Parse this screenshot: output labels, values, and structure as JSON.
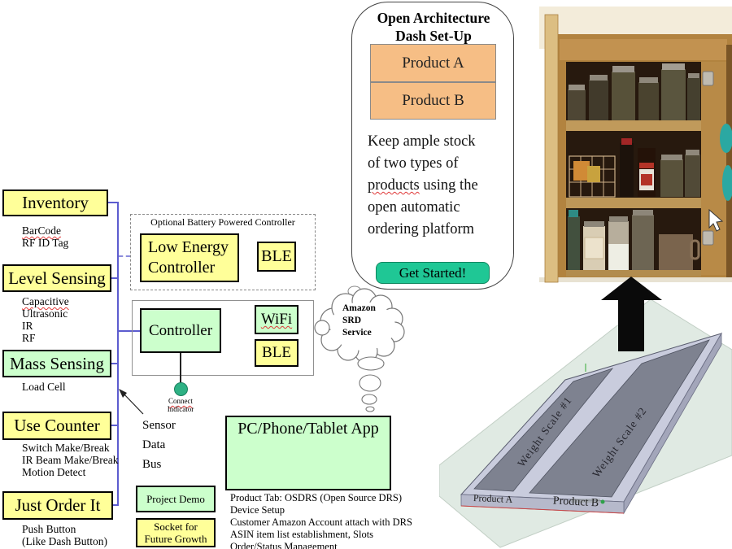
{
  "colors": {
    "box_yellow": "#ffff99",
    "box_green": "#ccffcc",
    "product_orange": "#f6be85",
    "cta_teal": "#1fc795",
    "bus_blue": "#5c5ccf",
    "indicator_teal": "#2eb184"
  },
  "left_panel": {
    "groups": [
      {
        "label": "Inventory",
        "subs": [
          "BarCode",
          "RF ID Tag"
        ]
      },
      {
        "label": "Level Sensing",
        "subs": [
          "Capacitive",
          "Ultrasonic",
          "IR",
          "RF"
        ]
      },
      {
        "label": "Mass Sensing",
        "subs": [
          "Load Cell"
        ]
      },
      {
        "label": "Use Counter",
        "subs": [
          "Switch Make/Break",
          "IR Beam Make/Break",
          "Motion Detect"
        ]
      },
      {
        "label": "Just Order It",
        "subs": [
          "Push Button",
          "(Like Dash Button)"
        ]
      }
    ]
  },
  "optional_controller": {
    "label": "Optional Battery Powered Controller",
    "controller": "Low Energy Controller",
    "radio": "BLE"
  },
  "main_controller": {
    "controller": "Controller",
    "wifi": "WiFi",
    "ble": "BLE"
  },
  "indicator": {
    "line1": "Connect",
    "line2": "Indicator"
  },
  "bus_label": {
    "line1": "Sensor",
    "line2": "Data",
    "line3": "Bus"
  },
  "cloud": {
    "line1": "Amazon",
    "line2": "SRD",
    "line3": "Service"
  },
  "app": {
    "title": "PC/Phone/Tablet App",
    "features": [
      "Product Tab: OSDRS (Open Source DRS)",
      "Device Setup",
      "Customer Amazon Account attach with DRS",
      "ASIN item list establishment, Slots",
      "Order/Status Management"
    ]
  },
  "demo_boxes": {
    "project_demo": "Project Demo",
    "socket_line1": "Socket for",
    "socket_line2": "Future Growth"
  },
  "mockup": {
    "title_line1": "Open Architecture",
    "title_line2": "Dash Set-Up",
    "product_a": "Product A",
    "product_b": "Product B",
    "description": {
      "l1": "Keep ample stock",
      "l2": "of two types of",
      "l3a": "products",
      "l3b": " using the",
      "l4": "open automatic",
      "l5": "ordering platform"
    },
    "cta": "Get Started!"
  },
  "render3d": {
    "scale1": "Weight Scale #1",
    "scale2": "Weight Scale #2",
    "product_a": "Product A",
    "product_b": "Product B"
  }
}
